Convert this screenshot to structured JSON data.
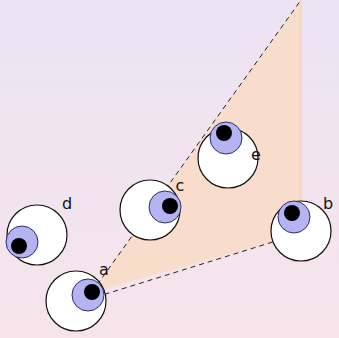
{
  "diagram": {
    "labels": [
      "e",
      "c",
      "d",
      "b",
      "a"
    ]
  }
}
